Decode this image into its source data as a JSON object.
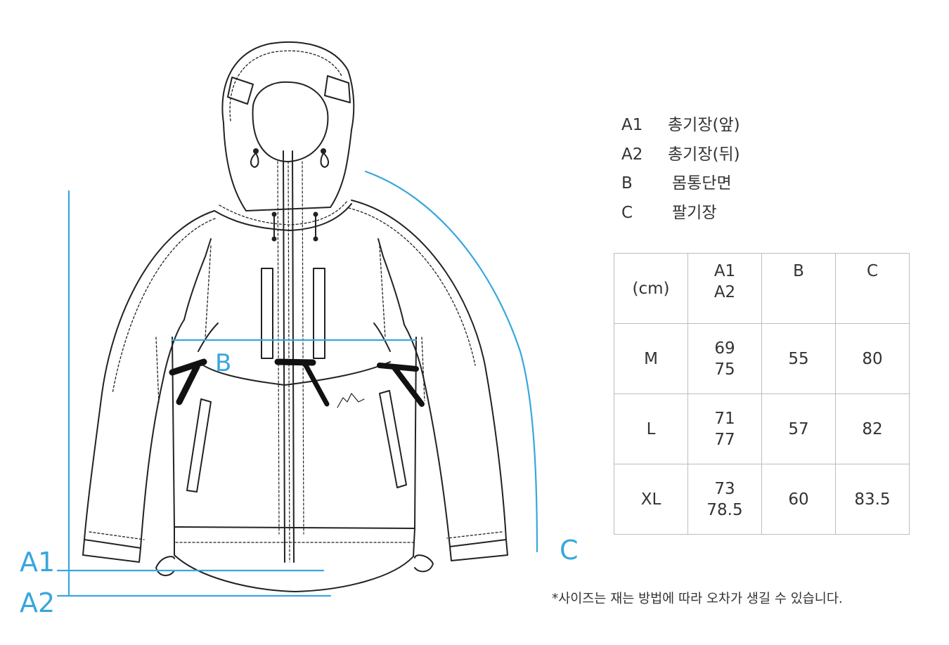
{
  "dimension_labels": {
    "a1": "A1",
    "a2": "A2",
    "b": "B",
    "c": "C"
  },
  "legend": [
    {
      "code": "A1",
      "label": "총기장(앞)"
    },
    {
      "code": "A2",
      "label": "총기장(뒤)"
    },
    {
      "code": "B",
      "label": "몸통단면"
    },
    {
      "code": "C",
      "label": "팔기장"
    }
  ],
  "table": {
    "header": {
      "unit": "(cm)",
      "a1": "A1",
      "a2": "A2",
      "b": "B",
      "c": "C"
    },
    "rows": [
      {
        "size": "M",
        "a1": "69",
        "a2": "75",
        "b": "55",
        "c": "80"
      },
      {
        "size": "L",
        "a1": "71",
        "a2": "77",
        "b": "57",
        "c": "82"
      },
      {
        "size": "XL",
        "a1": "73",
        "a2": "78.5",
        "b": "60",
        "c": "83.5"
      }
    ]
  },
  "note": "*사이즈는 재는 방법에 따라 오차가 생길 수 있습니다.",
  "colors": {
    "accent": "#3aa6dd",
    "line": "#222222",
    "grid": "#bdbdbd"
  },
  "icons": [
    "jacket-illustration"
  ]
}
